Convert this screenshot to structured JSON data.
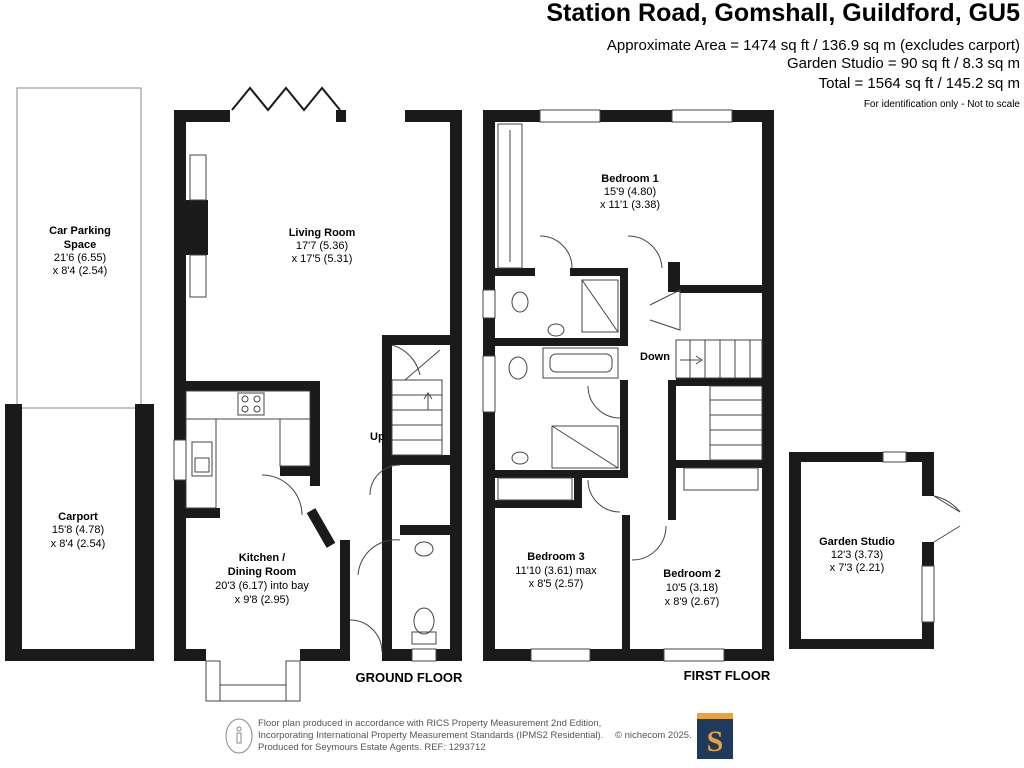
{
  "header": {
    "title": "Station Road, Gomshall, Guildford, GU5",
    "lines": [
      "Approximate Area = 1474 sq ft / 136.9 sq m (excludes carport)",
      "Garden Studio = 90 sq ft / 8.3 sq m",
      "Total = 1564 sq ft / 145.2 sq m"
    ],
    "disclaimer": "For identification only - Not to scale"
  },
  "rooms": {
    "car_parking": {
      "name_l1": "Car Parking",
      "name_l2": "Space",
      "dim1": "21'6 (6.55)",
      "dim2": "x 8'4 (2.54)"
    },
    "carport": {
      "name": "Carport",
      "dim1": "15'8 (4.78)",
      "dim2": "x 8'4 (2.54)"
    },
    "living_room": {
      "name": "Living Room",
      "dim1": "17'7 (5.36)",
      "dim2": "x 17'5 (5.31)"
    },
    "kitchen": {
      "name_l1": "Kitchen /",
      "name_l2": "Dining Room",
      "dim1": "20'3 (6.17) into bay",
      "dim2": "x 9'8 (2.95)"
    },
    "bedroom1": {
      "name": "Bedroom 1",
      "dim1": "15'9 (4.80)",
      "dim2": "x 11'1 (3.38)"
    },
    "bedroom2": {
      "name": "Bedroom 2",
      "dim1": "10'5 (3.18)",
      "dim2": "x 8'9 (2.67)"
    },
    "bedroom3": {
      "name": "Bedroom 3",
      "dim1": "11'10 (3.61) max",
      "dim2": "x 8'5 (2.57)"
    },
    "garden_studio": {
      "name": "Garden Studio",
      "dim1": "12'3 (3.73)",
      "dim2": "x 7'3 (2.21)"
    }
  },
  "labels": {
    "up": "Up",
    "down": "Down",
    "ground_floor": "GROUND FLOOR",
    "first_floor": "FIRST FLOOR"
  },
  "footer": {
    "lines": [
      "Floor plan produced in accordance with RICS Property Measurement 2nd Edition,",
      "Incorporating International Property Measurement Standards (IPMS2 Residential).",
      "Produced for Seymours Estate Agents.   REF: 1293712"
    ],
    "copyright": "© nichecom 2025.",
    "logo_letter": "S"
  },
  "colors": {
    "wall": "#1a1a1a",
    "logo_bg": "#1f3a5c",
    "logo_accent": "#e8a33a"
  }
}
